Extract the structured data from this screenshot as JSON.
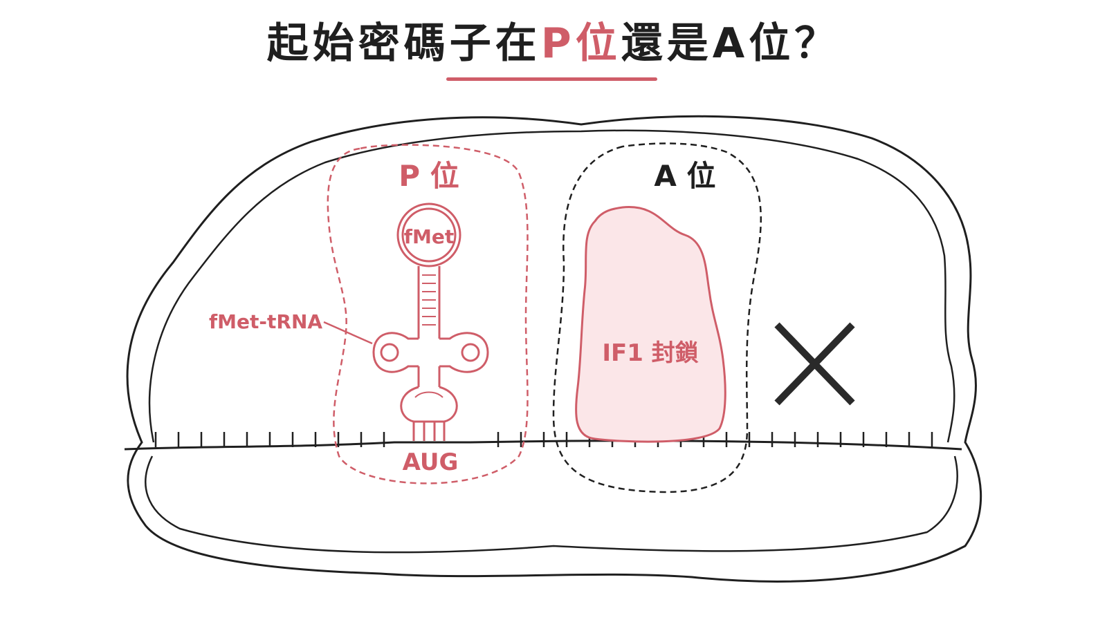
{
  "title": {
    "prefix": "起始密碼子在",
    "highlight": "P位",
    "suffix": "還是A位？"
  },
  "p_site": {
    "label": "P 位"
  },
  "a_site": {
    "label": "A 位"
  },
  "trna": {
    "amino_acid": "fMet",
    "name": "fMet-tRNA",
    "codon": "AUG"
  },
  "if1": {
    "label": "IF1 封鎖"
  },
  "blocked_icon": "x-mark-icon",
  "colors": {
    "accent": "#cf5d68",
    "ink": "#1f1f1f",
    "if1_fill": "#fbe6e8"
  }
}
